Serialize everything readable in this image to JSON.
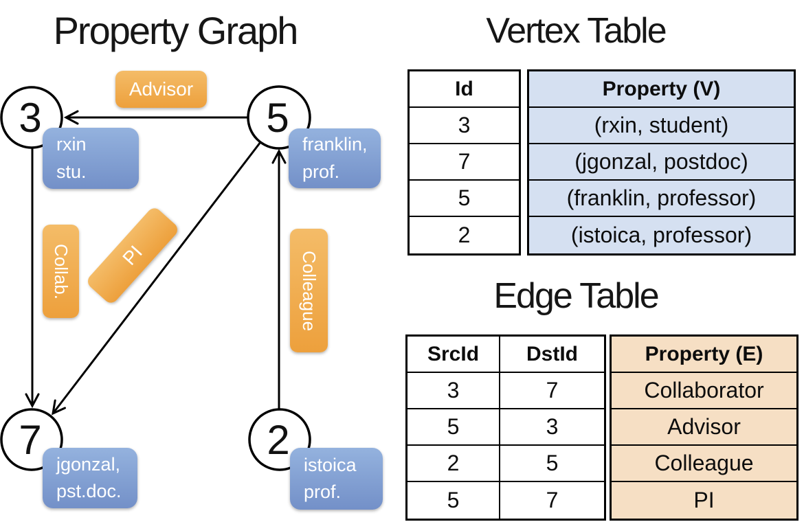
{
  "colors": {
    "edge_label_gradient_top": "#f4bc68",
    "edge_label_gradient_bottom": "#eda03c",
    "vertex_label_gradient_top": "#94b2de",
    "vertex_label_gradient_bottom": "#7390c8",
    "vertex_table_fill": "#d5e0f1",
    "edge_table_fill": "#f6dfc4"
  },
  "property_graph": {
    "title": "Property Graph",
    "nodes": [
      {
        "id": "3"
      },
      {
        "id": "5"
      },
      {
        "id": "7"
      },
      {
        "id": "2"
      }
    ],
    "edge_labels": {
      "advisor": "Advisor",
      "collab": "Collab.",
      "pi": "PI",
      "colleague": "Colleague"
    },
    "vertex_labels": {
      "rxin": {
        "line1": "rxin",
        "line2": "stu."
      },
      "franklin": {
        "line1": "franklin,",
        "line2": "prof."
      },
      "jgonzal": {
        "line1": "jgonzal,",
        "line2": "pst.doc."
      },
      "istoica": {
        "line1": "istoica",
        "line2": "prof."
      }
    }
  },
  "vertex_table": {
    "title": "Vertex Table",
    "columns": {
      "id": "Id",
      "property": "Property (V)"
    },
    "rows": [
      {
        "id": "3",
        "property": "(rxin, student)"
      },
      {
        "id": "7",
        "property": "(jgonzal, postdoc)"
      },
      {
        "id": "5",
        "property": "(franklin, professor)"
      },
      {
        "id": "2",
        "property": "(istoica, professor)"
      }
    ]
  },
  "edge_table": {
    "title": "Edge Table",
    "columns": {
      "src": "SrcId",
      "dst": "DstId",
      "property": "Property (E)"
    },
    "rows": [
      {
        "src": "3",
        "dst": "7",
        "property": "Collaborator"
      },
      {
        "src": "5",
        "dst": "3",
        "property": "Advisor"
      },
      {
        "src": "2",
        "dst": "5",
        "property": "Colleague"
      },
      {
        "src": "5",
        "dst": "7",
        "property": "PI"
      }
    ]
  }
}
